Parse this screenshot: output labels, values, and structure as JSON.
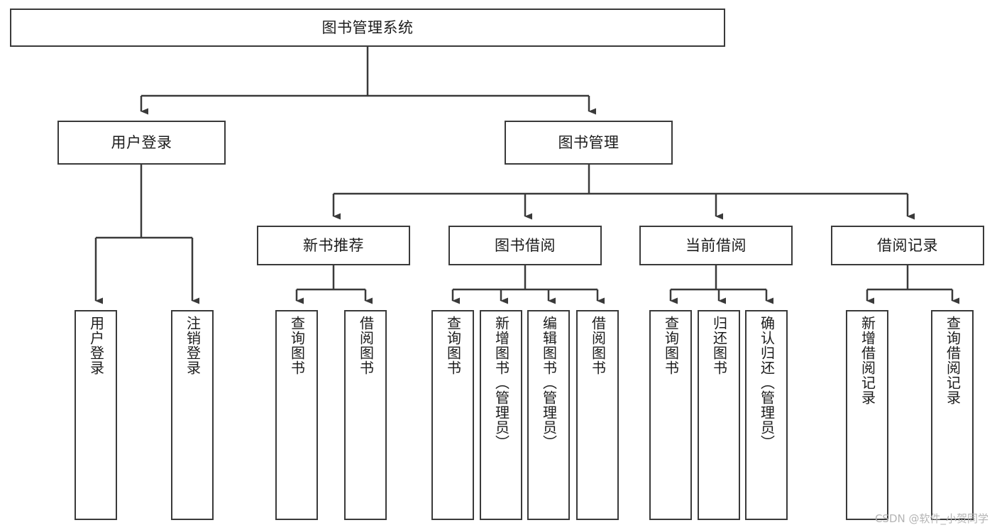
{
  "diagram": {
    "title": "图书管理系统",
    "type": "functional-structure-tree",
    "watermark": "CSDN @软件_小贺同学",
    "colors": {
      "background": "#ffffff",
      "node_border": "#3a3a3a",
      "node_fill": "#ffffff",
      "text": "#1c1c1c",
      "edge": "#3a3a3a",
      "watermark": "#b4b4b4"
    },
    "levels": [
      {
        "level": 1,
        "nodes": [
          {
            "id": "root",
            "label": "图书管理系统"
          }
        ]
      },
      {
        "level": 2,
        "nodes": [
          {
            "id": "user-login",
            "label": "用户登录"
          },
          {
            "id": "book-management",
            "label": "图书管理"
          }
        ]
      },
      {
        "level": 3,
        "nodes": [
          {
            "id": "new-book-recommend",
            "label": "新书推荐"
          },
          {
            "id": "book-borrow",
            "label": "图书借阅"
          },
          {
            "id": "current-borrow",
            "label": "当前借阅"
          },
          {
            "id": "borrow-record",
            "label": "借阅记录"
          }
        ]
      },
      {
        "level": 4,
        "nodes": [
          {
            "id": "leaf-user-login",
            "label": "用户登录",
            "parent": "user-login"
          },
          {
            "id": "leaf-logout-login",
            "label": "注销登录",
            "parent": "user-login"
          },
          {
            "id": "leaf-query-book-1",
            "label": "查询图书",
            "parent": "new-book-recommend"
          },
          {
            "id": "leaf-borrow-book-1",
            "label": "借阅图书",
            "parent": "new-book-recommend"
          },
          {
            "id": "leaf-query-book-2",
            "label": "查询图书",
            "parent": "book-borrow"
          },
          {
            "id": "leaf-add-book",
            "label": "新增图书（管理员）",
            "parent": "book-borrow"
          },
          {
            "id": "leaf-edit-book",
            "label": "编辑图书（管理员）",
            "parent": "book-borrow"
          },
          {
            "id": "leaf-borrow-book-2",
            "label": "借阅图书",
            "parent": "book-borrow"
          },
          {
            "id": "leaf-query-book-3",
            "label": "查询图书",
            "parent": "current-borrow"
          },
          {
            "id": "leaf-return-book",
            "label": "归还图书",
            "parent": "current-borrow"
          },
          {
            "id": "leaf-confirm-return",
            "label": "确认归还（管理员）",
            "parent": "current-borrow"
          },
          {
            "id": "leaf-add-record",
            "label": "新增借阅记录",
            "parent": "borrow-record"
          },
          {
            "id": "leaf-query-record",
            "label": "查询借阅记录",
            "parent": "borrow-record"
          }
        ]
      }
    ]
  }
}
